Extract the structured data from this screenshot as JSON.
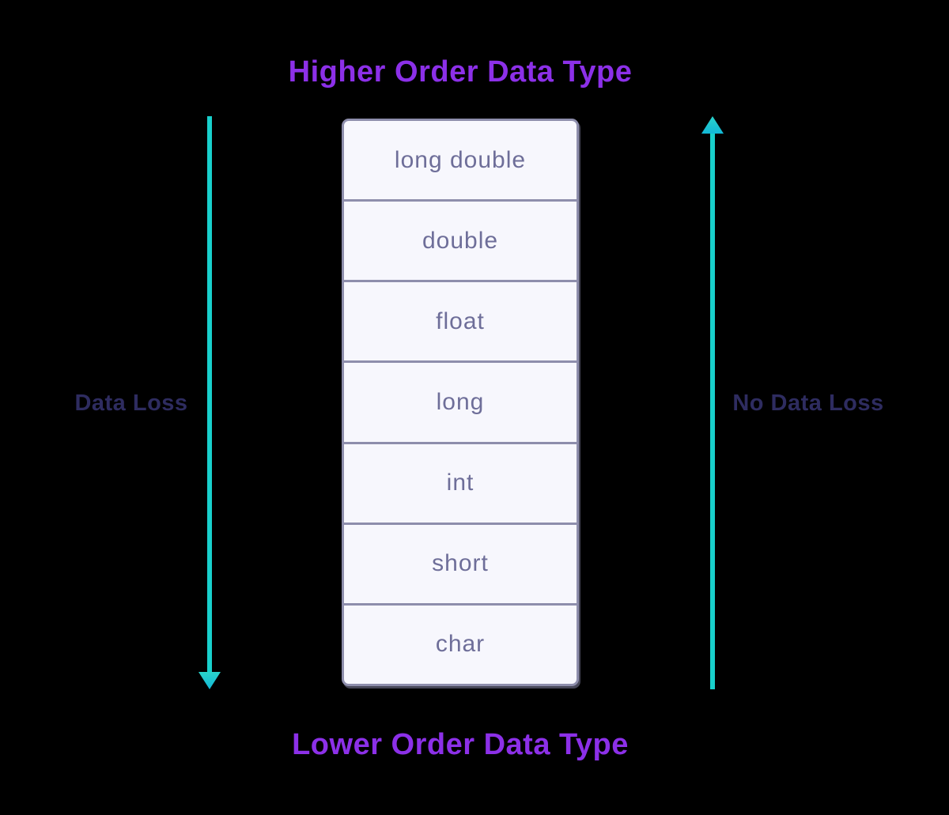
{
  "diagram": {
    "top_title": "Higher Order Data Type",
    "bottom_title": "Lower Order Data Type",
    "left_label": "Data Loss",
    "right_label": "No Data Loss",
    "types": [
      "long double",
      "double",
      "float",
      "long",
      "int",
      "short",
      "char"
    ],
    "arrows": {
      "left_direction": "down",
      "right_direction": "up"
    },
    "colors": {
      "background": "#000000",
      "title": "#8c30e8",
      "side_label": "#2e2c60",
      "arrow": "#18d0cc",
      "arrow_head_start": "#2ad4cb",
      "arrow_head_end": "#12b7d6",
      "box_fill": "#f7f7fd",
      "box_border": "#8e8eac",
      "box_text": "#6e6e99"
    }
  }
}
